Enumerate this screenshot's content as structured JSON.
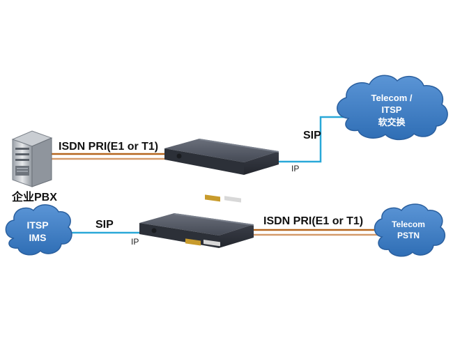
{
  "row1": {
    "pbx_label": "企业PBX",
    "isdn_label": "ISDN PRI(E1 or T1)",
    "sip_label": "SIP",
    "ip_label": "IP",
    "cloud_lines": [
      "Telecom /",
      "ITSP",
      "软交换"
    ]
  },
  "row2": {
    "cloud_left_lines": [
      "ITSP",
      "IMS"
    ],
    "sip_label": "SIP",
    "ip_label": "IP",
    "isdn_label": "ISDN PRI(E1 or T1)",
    "cloud_right_lines": [
      "Telecom",
      "PSTN"
    ]
  },
  "colors": {
    "cloud_fill": "#3d7ec8",
    "ip_link": "#29a8d8",
    "isdn_link": "#b5651d",
    "device_body": "#3b3f4a"
  }
}
